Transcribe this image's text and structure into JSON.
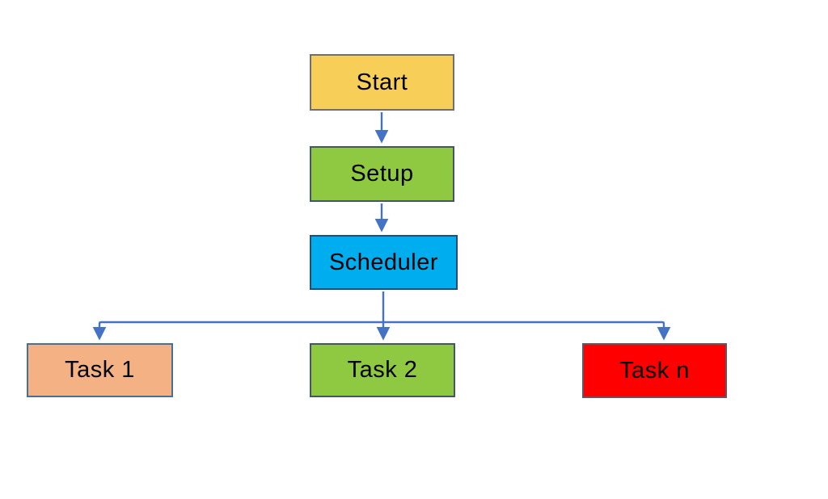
{
  "diagram": {
    "type": "flowchart",
    "background": "#ffffff",
    "connector_color": "#4472C4",
    "text_color": "#000000",
    "nodes": [
      {
        "id": "start",
        "label": "Start",
        "fill": "#F7CE58",
        "border": "#6F6F6F"
      },
      {
        "id": "setup",
        "label": "Setup",
        "fill": "#8FC941",
        "border": "#44546A"
      },
      {
        "id": "scheduler",
        "label": "Scheduler",
        "fill": "#00AEEF",
        "border": "#1F4E79"
      },
      {
        "id": "task1",
        "label": "Task 1",
        "fill": "#F4B183",
        "border": "#41719C"
      },
      {
        "id": "task2",
        "label": "Task 2",
        "fill": "#8FC941",
        "border": "#44546A"
      },
      {
        "id": "taskn",
        "label": "Task n",
        "fill": "#FE0000",
        "border": "#595969"
      }
    ],
    "edges": [
      {
        "from": "start",
        "to": "setup"
      },
      {
        "from": "setup",
        "to": "scheduler"
      },
      {
        "from": "scheduler",
        "to": "task1"
      },
      {
        "from": "scheduler",
        "to": "task2"
      },
      {
        "from": "scheduler",
        "to": "taskn"
      }
    ]
  }
}
